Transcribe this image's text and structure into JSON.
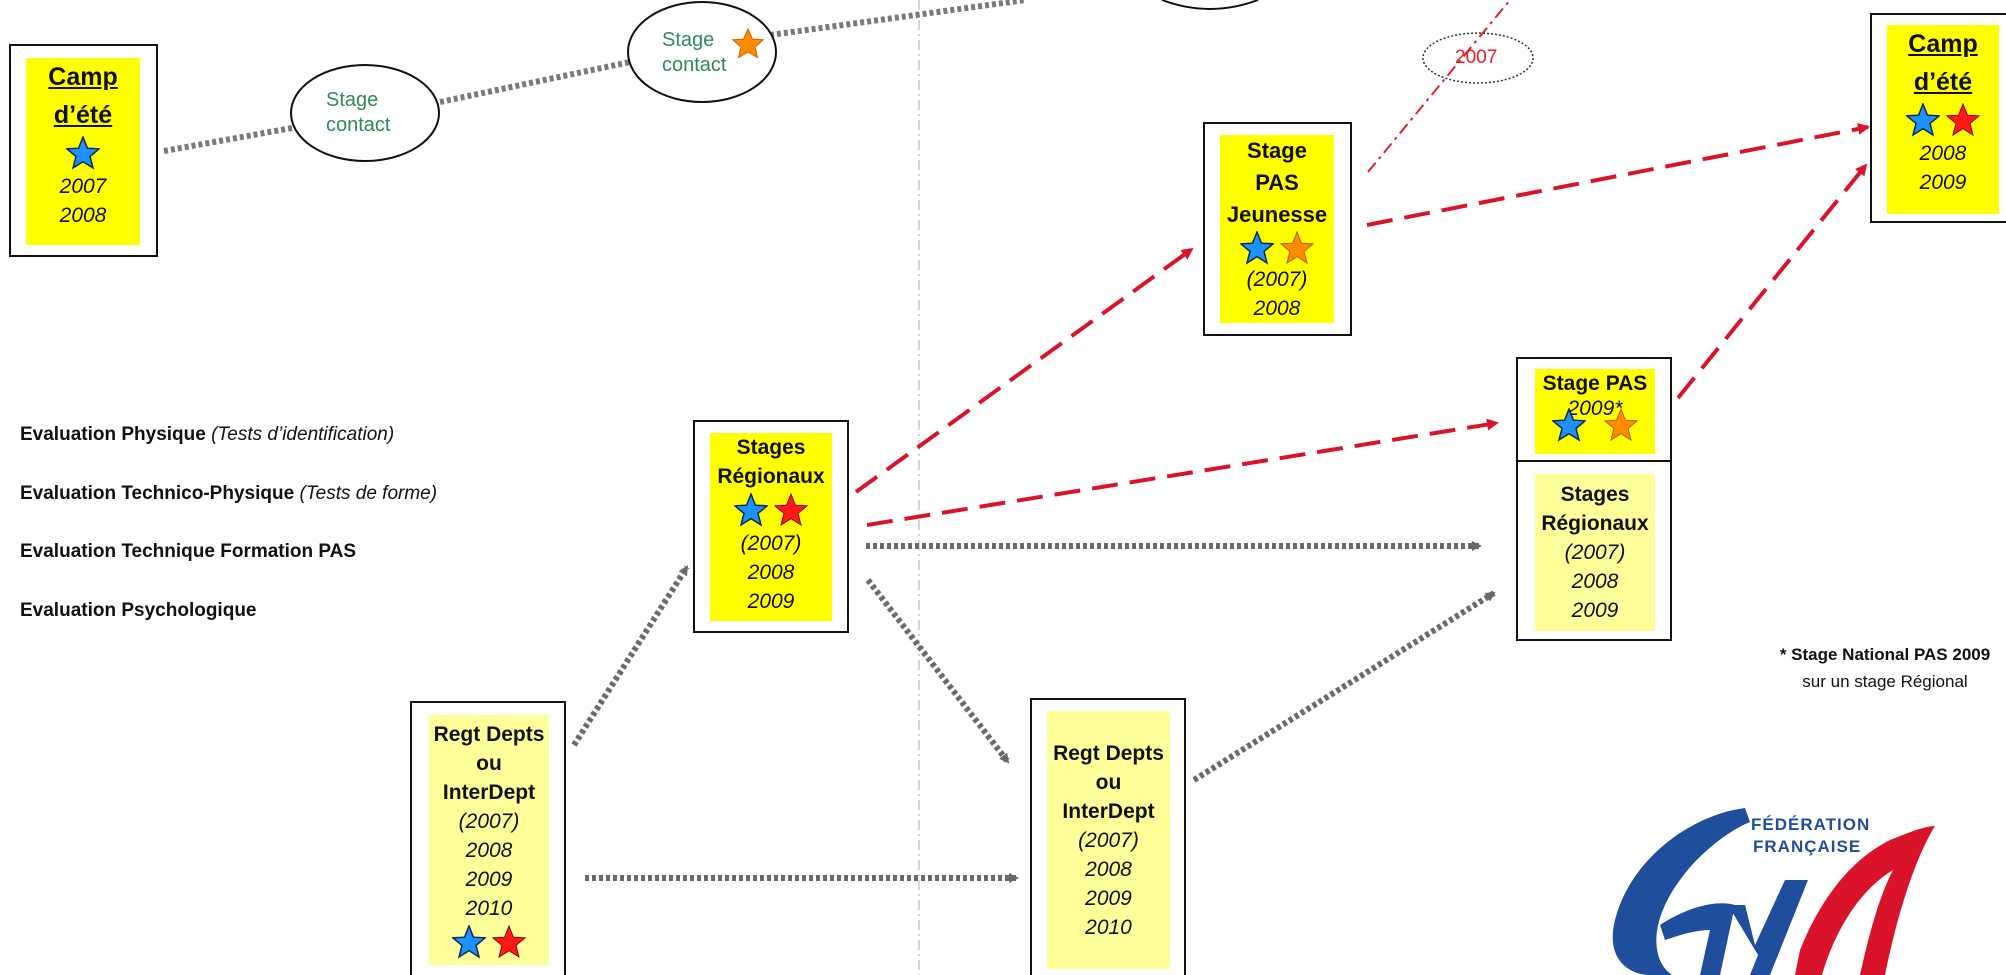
{
  "colors": {
    "node_fill": "#ffff00",
    "node_fill_pale": "#ffff99",
    "gray_arrow": "#6a6a6a",
    "red_arrow": "#d9142a",
    "contact_text": "#2e8b57",
    "star_blue": "#1e90ff",
    "star_red": "#ff1a1a",
    "star_orange": "#ff8c00"
  },
  "nodes": {
    "camp_left": {
      "title_line1": "Camp",
      "title_line2": "d’été",
      "years": [
        "2007",
        "2008"
      ],
      "stars": [
        "star-blue-icon"
      ]
    },
    "camp_right": {
      "title_line1": "Camp",
      "title_line2": "d’été",
      "years": [
        "2008",
        "2009"
      ],
      "stars": [
        "star-blue-icon",
        "star-red-icon"
      ]
    },
    "stage_pas_jeunesse": {
      "title_lines": [
        "Stage",
        "PAS",
        "Jeunesse"
      ],
      "years": [
        "(2007)",
        "2008"
      ],
      "stars": [
        "star-blue-icon",
        "star-orange-icon"
      ]
    },
    "stages_regionaux_mid": {
      "title_lines": [
        "Stages",
        "Régionaux"
      ],
      "years": [
        "(2007)",
        "2008",
        "2009"
      ],
      "stars": [
        "star-blue-icon",
        "star-red-icon"
      ]
    },
    "stage_pas_right": {
      "title": "Stage PAS",
      "year": "2009*",
      "stars": [
        "star-blue-icon",
        "star-orange-icon"
      ]
    },
    "stages_regionaux_right": {
      "title_lines": [
        "Stages",
        "Régionaux"
      ],
      "years": [
        "(2007)",
        "2008",
        "2009"
      ]
    },
    "regt_left": {
      "title_lines": [
        "Regt Depts",
        "ou",
        "InterDept"
      ],
      "years": [
        "(2007)",
        "2008",
        "2009",
        "2010"
      ],
      "stars": [
        "star-blue-icon",
        "star-red-icon"
      ]
    },
    "regt_mid": {
      "title_lines": [
        "Regt Depts",
        "ou",
        "InterDept"
      ],
      "years": [
        "(2007)",
        "2008",
        "2009",
        "2010"
      ]
    }
  },
  "ovals": {
    "contact_1": {
      "line1": "Stage",
      "line2": "contact"
    },
    "contact_2": {
      "line1": "Stage",
      "line2": "contact"
    },
    "year_2007": {
      "text": "2007"
    }
  },
  "legend": [
    {
      "bold": "Evaluation Physique",
      "italic": "(Tests d’identification)"
    },
    {
      "bold": "Evaluation Technico-Physique",
      "italic": "(Tests de forme)"
    },
    {
      "bold": "Evaluation Technique Formation PAS",
      "italic": ""
    },
    {
      "bold": "Evaluation Psychologique",
      "italic": ""
    }
  ],
  "footnote": {
    "line1": "* Stage National PAS 2009",
    "line2": "sur un stage Régional"
  },
  "logo": {
    "line1": "FÉDÉRATION",
    "line2": "FRANÇAISE",
    "wordmark": "Gym"
  }
}
